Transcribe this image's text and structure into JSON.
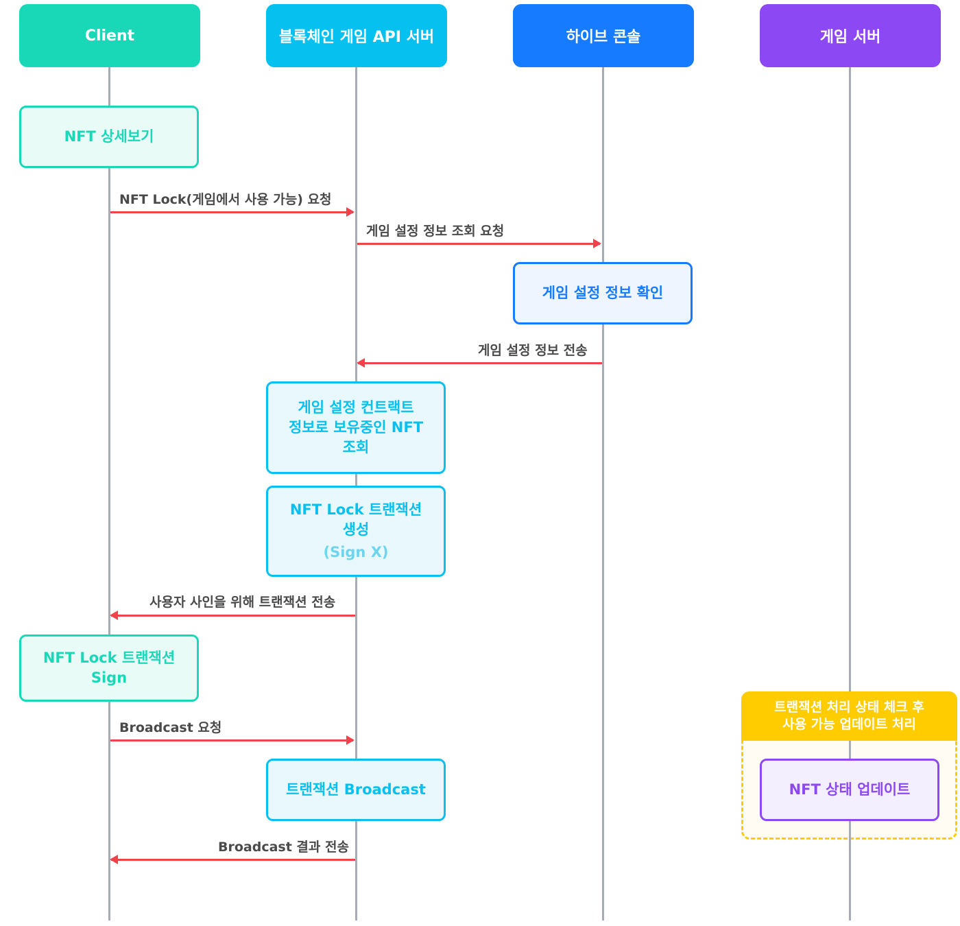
{
  "participants": {
    "client": {
      "label": "Client",
      "color": "#19d8b8"
    },
    "api": {
      "label": "블록체인 게임 API 서버",
      "color": "#06c1ef"
    },
    "hive": {
      "label": "하이브 콘솔",
      "color": "#167bff"
    },
    "game": {
      "label": "게임 서버",
      "color": "#8c49f3"
    }
  },
  "steps": {
    "nft_detail": {
      "line1": "NFT 상세보기"
    },
    "lock_request": "NFT Lock(게임에서 사용 가능) 요청",
    "config_request": "게임 설정 정보 조회 요청",
    "config_check": {
      "line1": "게임 설정 정보 확인"
    },
    "config_send": "게임 설정 정보 전송",
    "query_nft": {
      "line1": "게임 설정 컨트랙트",
      "line2": "정보로 보유중인 NFT",
      "line3": "조회"
    },
    "create_tx": {
      "line1": "NFT Lock 트랜잭션",
      "line2": "생성",
      "line3": "(Sign X)"
    },
    "send_for_sign": "사용자 사인을 위해 트랜잭션 전송",
    "sign_tx": {
      "line1": "NFT Lock 트랜잭션",
      "line2": "Sign"
    },
    "broadcast_request": "Broadcast 요청",
    "broadcast_tx": {
      "line1": "트랜잭션 Broadcast"
    },
    "broadcast_result": "Broadcast 결과 전송",
    "group": {
      "line1": "트랜잭션 처리 상태 체크 후",
      "line2": "사용 가능 업데이트 처리"
    },
    "nft_status_update": {
      "line1": "NFT 상태 업데이트"
    }
  },
  "colors": {
    "arrow": "#f0434c",
    "lifeline": "#a7adb5",
    "group": "#ffcc00"
  }
}
